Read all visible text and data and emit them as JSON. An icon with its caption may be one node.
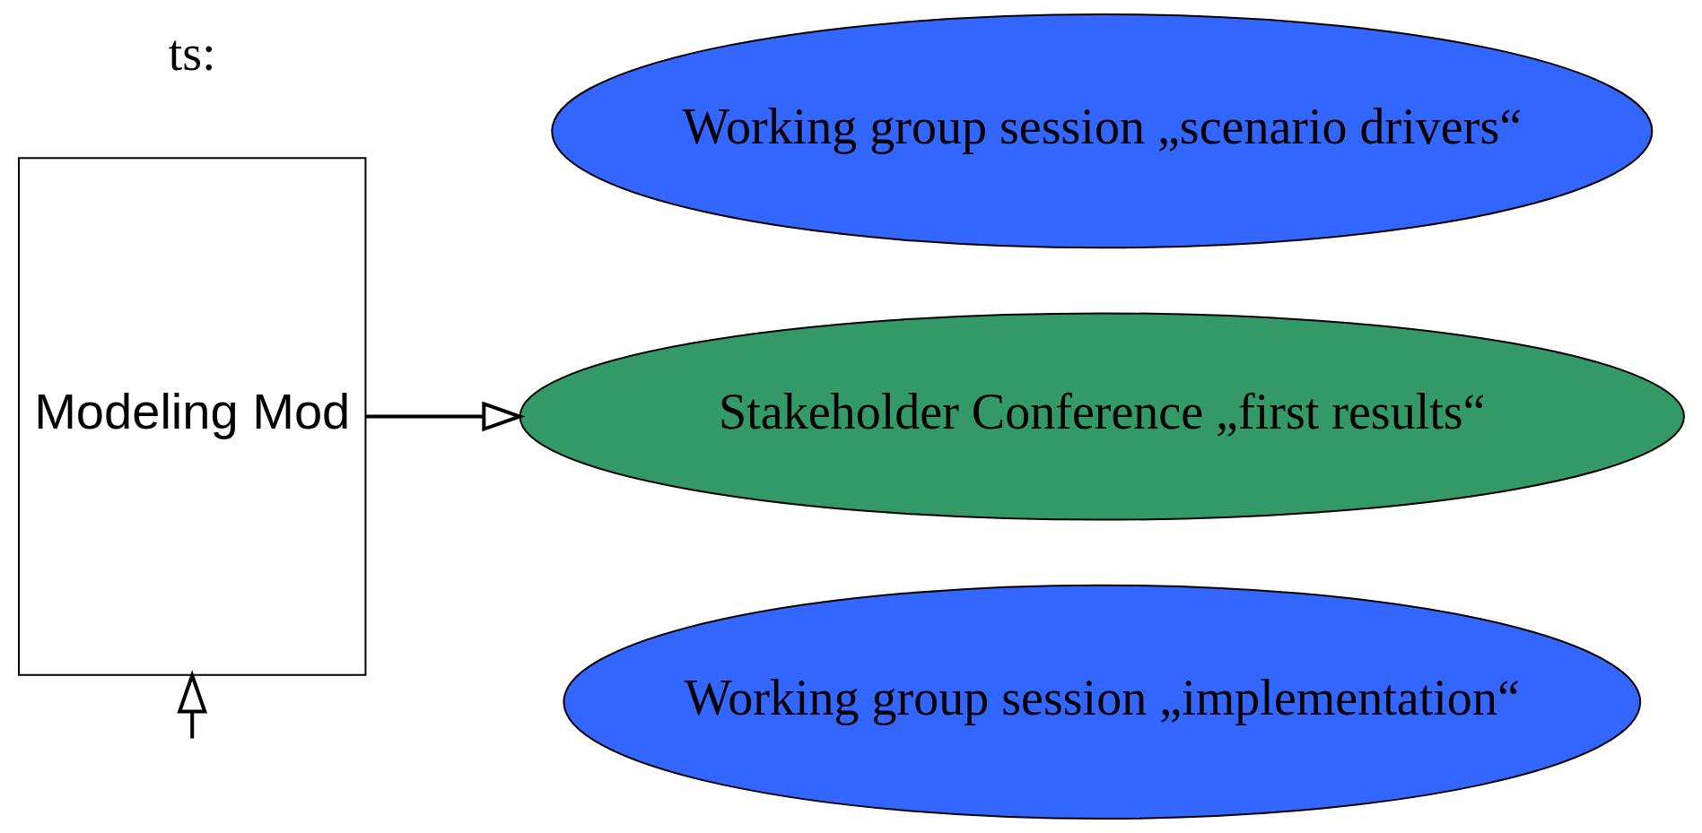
{
  "diagram": {
    "nodes": [
      {
        "text": [
          "Working group session „scenario drivers“"
        ]
      },
      {
        "text": [
          "Stakeholder Conference „first results“"
        ]
      },
      {
        "text": [
          "Working group session „implementation“"
        ]
      },
      {
        "text": [
          "Modeling Mod"
        ]
      }
    ],
    "edges": [
      {
        "from": null,
        "to": 3,
        "arrow": "to"
      },
      {
        "from": 3,
        "to": 1,
        "arrow": "to"
      }
    ],
    "labels": [
      "ts:"
    ]
  }
}
